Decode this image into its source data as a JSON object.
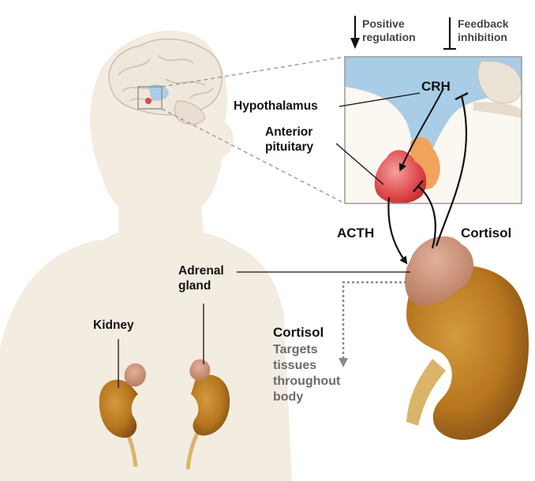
{
  "legend": {
    "positive_line1": "Positive",
    "positive_line2": "regulation",
    "feedback_line1": "Feedback",
    "feedback_line2": "inhibition"
  },
  "labels": {
    "crh": "CRH",
    "hypothalamus": "Hypothalamus",
    "anterior_pituitary_line1": "Anterior",
    "anterior_pituitary_line2": "pituitary",
    "acth": "ACTH",
    "cortisol_feedback": "Cortisol",
    "adrenal_gland_line1": "Adrenal",
    "adrenal_gland_line2": "gland",
    "kidney": "Kidney",
    "cortisol_target_title": "Cortisol",
    "targets_line1": "Targets",
    "targets_line2": "tissues",
    "targets_line3": "throughout",
    "targets_line4": "body"
  },
  "colors": {
    "body_silhouette": "#f3ece1",
    "hypothalamus_blue": "#a9cde6",
    "pituitary_red": "#e0494b",
    "adrenal_pink": "#cf9277",
    "kidney_brown": "#b8761f",
    "ureter_tan": "#d9b56a",
    "inset_border": "#9a9a9a",
    "dashed_grey": "#999999"
  },
  "icons": {
    "positive_regulation": "arrow-down-icon",
    "feedback_inhibition": "inhibition-bar-icon"
  }
}
